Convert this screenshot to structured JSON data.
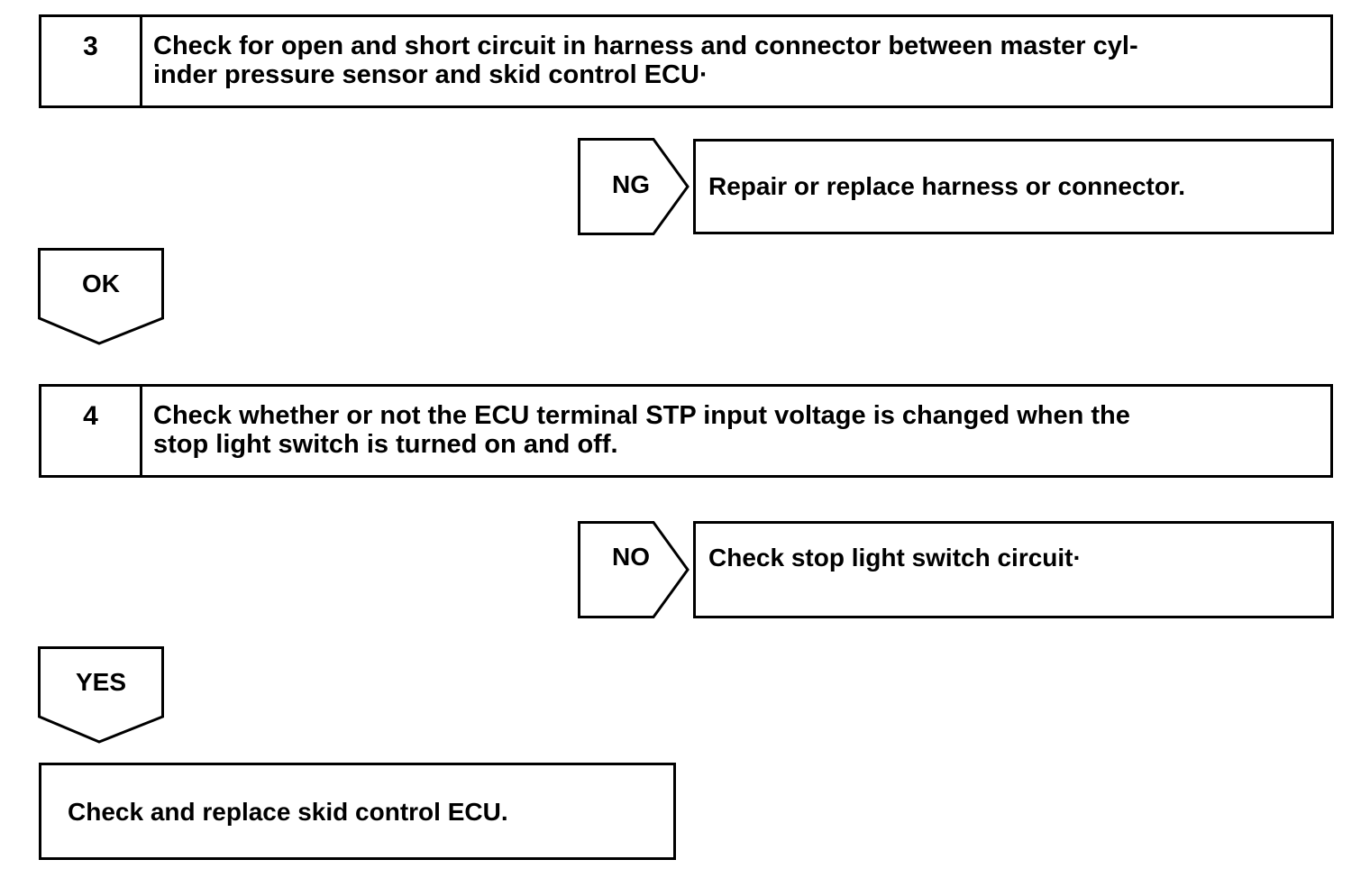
{
  "step3": {
    "number": "3",
    "text": "Check for open and short circuit in harness and connector between master cyl-inder pressure sensor and skid control ECU·"
  },
  "step3_ng": {
    "label": "NG",
    "action": "Repair or replace harness or connector."
  },
  "step3_ok": {
    "label": "OK"
  },
  "step4": {
    "number": "4",
    "text": "Check whether or not the ECU terminal STP input voltage is changed when the stop light switch is turned on and off."
  },
  "step4_no": {
    "label": "NO",
    "action": "Check stop light switch circuit·"
  },
  "step4_yes": {
    "label": "YES"
  },
  "final": {
    "action": "Check and replace skid control ECU."
  }
}
